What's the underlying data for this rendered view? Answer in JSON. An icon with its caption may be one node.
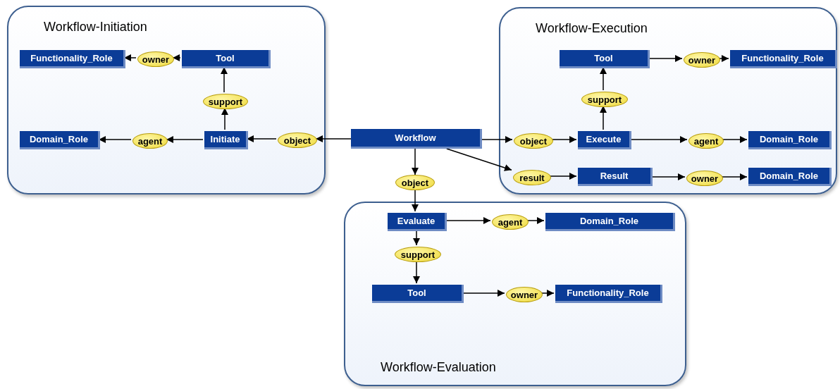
{
  "diagram": {
    "nodes": [
      {
        "text": [
          "Workflow-Initiation"
        ]
      },
      {
        "text": [
          "Workflow-Execution"
        ]
      },
      {
        "text": [
          "Workflow-Evaluation"
        ]
      },
      {
        "text": [
          "Functionality_Role"
        ],
        "in": 0
      },
      {
        "text": [
          "owner"
        ],
        "in": 0
      },
      {
        "text": [
          "Tool"
        ],
        "in": 0
      },
      {
        "text": [
          "support"
        ],
        "in": 0
      },
      {
        "text": [
          "Domain_Role"
        ],
        "in": 0
      },
      {
        "text": [
          "agent"
        ],
        "in": 0
      },
      {
        "text": [
          "Initiate"
        ],
        "in": 0
      },
      {
        "text": [
          "object"
        ],
        "in": 0
      },
      {
        "text": [
          "Workflow"
        ]
      },
      {
        "text": [
          "Tool"
        ],
        "in": 1
      },
      {
        "text": [
          "owner"
        ],
        "in": 1
      },
      {
        "text": [
          "Functionality_Role"
        ],
        "in": 1
      },
      {
        "text": [
          "support"
        ],
        "in": 1
      },
      {
        "text": [
          "object"
        ],
        "in": 1
      },
      {
        "text": [
          "Execute"
        ],
        "in": 1
      },
      {
        "text": [
          "agent"
        ],
        "in": 1
      },
      {
        "text": [
          "Domain_Role"
        ],
        "in": 1
      },
      {
        "text": [
          "result"
        ],
        "in": 1
      },
      {
        "text": [
          "Result"
        ],
        "in": 1
      },
      {
        "text": [
          "owner"
        ],
        "in": 1
      },
      {
        "text": [
          "Domain_Role"
        ],
        "in": 1
      },
      {
        "text": [
          "object"
        ]
      },
      {
        "text": [
          "Evaluate"
        ],
        "in": 2
      },
      {
        "text": [
          "agent"
        ],
        "in": 2
      },
      {
        "text": [
          "Domain_Role"
        ],
        "in": 2
      },
      {
        "text": [
          "support"
        ],
        "in": 2
      },
      {
        "text": [
          "Tool"
        ],
        "in": 2
      },
      {
        "text": [
          "owner"
        ],
        "in": 2
      },
      {
        "text": [
          "Functionality_Role"
        ],
        "in": 2
      }
    ],
    "edges": [
      {
        "from": 11,
        "to": 10,
        "arrow": "to"
      },
      {
        "from": 10,
        "to": 9,
        "arrow": "to"
      },
      {
        "from": 9,
        "to": 8,
        "arrow": "to"
      },
      {
        "from": 8,
        "to": 7,
        "arrow": "to"
      },
      {
        "from": 9,
        "to": 6,
        "arrow": "to"
      },
      {
        "from": 6,
        "to": 5,
        "arrow": "to"
      },
      {
        "from": 5,
        "to": 4,
        "arrow": "to"
      },
      {
        "from": 4,
        "to": 3,
        "arrow": "to"
      },
      {
        "from": 11,
        "to": 16,
        "arrow": "to"
      },
      {
        "from": 16,
        "to": 17,
        "arrow": "to"
      },
      {
        "from": 17,
        "to": 18,
        "arrow": "to"
      },
      {
        "from": 18,
        "to": 19,
        "arrow": "to"
      },
      {
        "from": 17,
        "to": 15,
        "arrow": "to"
      },
      {
        "from": 15,
        "to": 12,
        "arrow": "to"
      },
      {
        "from": 12,
        "to": 13,
        "arrow": "to"
      },
      {
        "from": 13,
        "to": 14,
        "arrow": "to"
      },
      {
        "from": 11,
        "to": 20,
        "arrow": "to"
      },
      {
        "from": 20,
        "to": 21,
        "arrow": "to"
      },
      {
        "from": 21,
        "to": 22,
        "arrow": "to"
      },
      {
        "from": 22,
        "to": 23,
        "arrow": "to"
      },
      {
        "from": 11,
        "to": 24,
        "arrow": "to"
      },
      {
        "from": 24,
        "to": 25,
        "arrow": "to"
      },
      {
        "from": 25,
        "to": 26,
        "arrow": "to"
      },
      {
        "from": 26,
        "to": 27,
        "arrow": "to"
      },
      {
        "from": 25,
        "to": 28,
        "arrow": "to"
      },
      {
        "from": 28,
        "to": 29,
        "arrow": "to"
      },
      {
        "from": 29,
        "to": 30,
        "arrow": "to"
      },
      {
        "from": 30,
        "to": 31,
        "arrow": "to"
      }
    ]
  }
}
